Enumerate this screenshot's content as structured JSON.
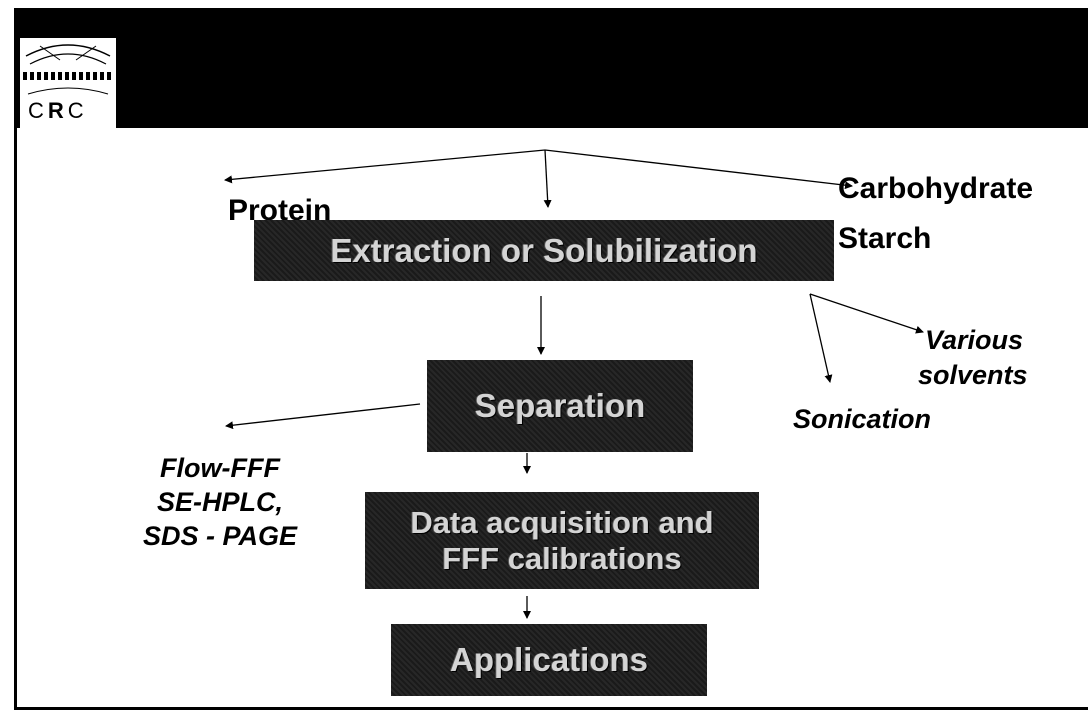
{
  "logo": {
    "letters_left": "C",
    "letters_mid": "R",
    "letters_right": "C"
  },
  "labels": {
    "protein": "Protein",
    "carbohydrate": "Carbohydrate",
    "starch": "Starch",
    "various": "Various",
    "solvents": "solvents",
    "sonication": "Sonication",
    "flow_fff": "Flow-FFF",
    "se_hplc": "SE-HPLC,",
    "sds_page": "SDS - PAGE"
  },
  "boxes": {
    "extraction": "Extraction or Solubilization",
    "separation": "Separation",
    "data_line1": "Data acquisition and",
    "data_line2": "FFF calibrations",
    "applications": "Applications"
  },
  "colors": {
    "header": "#000000",
    "box_bg": "#1a1a1a",
    "box_text": "#d4d4d4"
  }
}
